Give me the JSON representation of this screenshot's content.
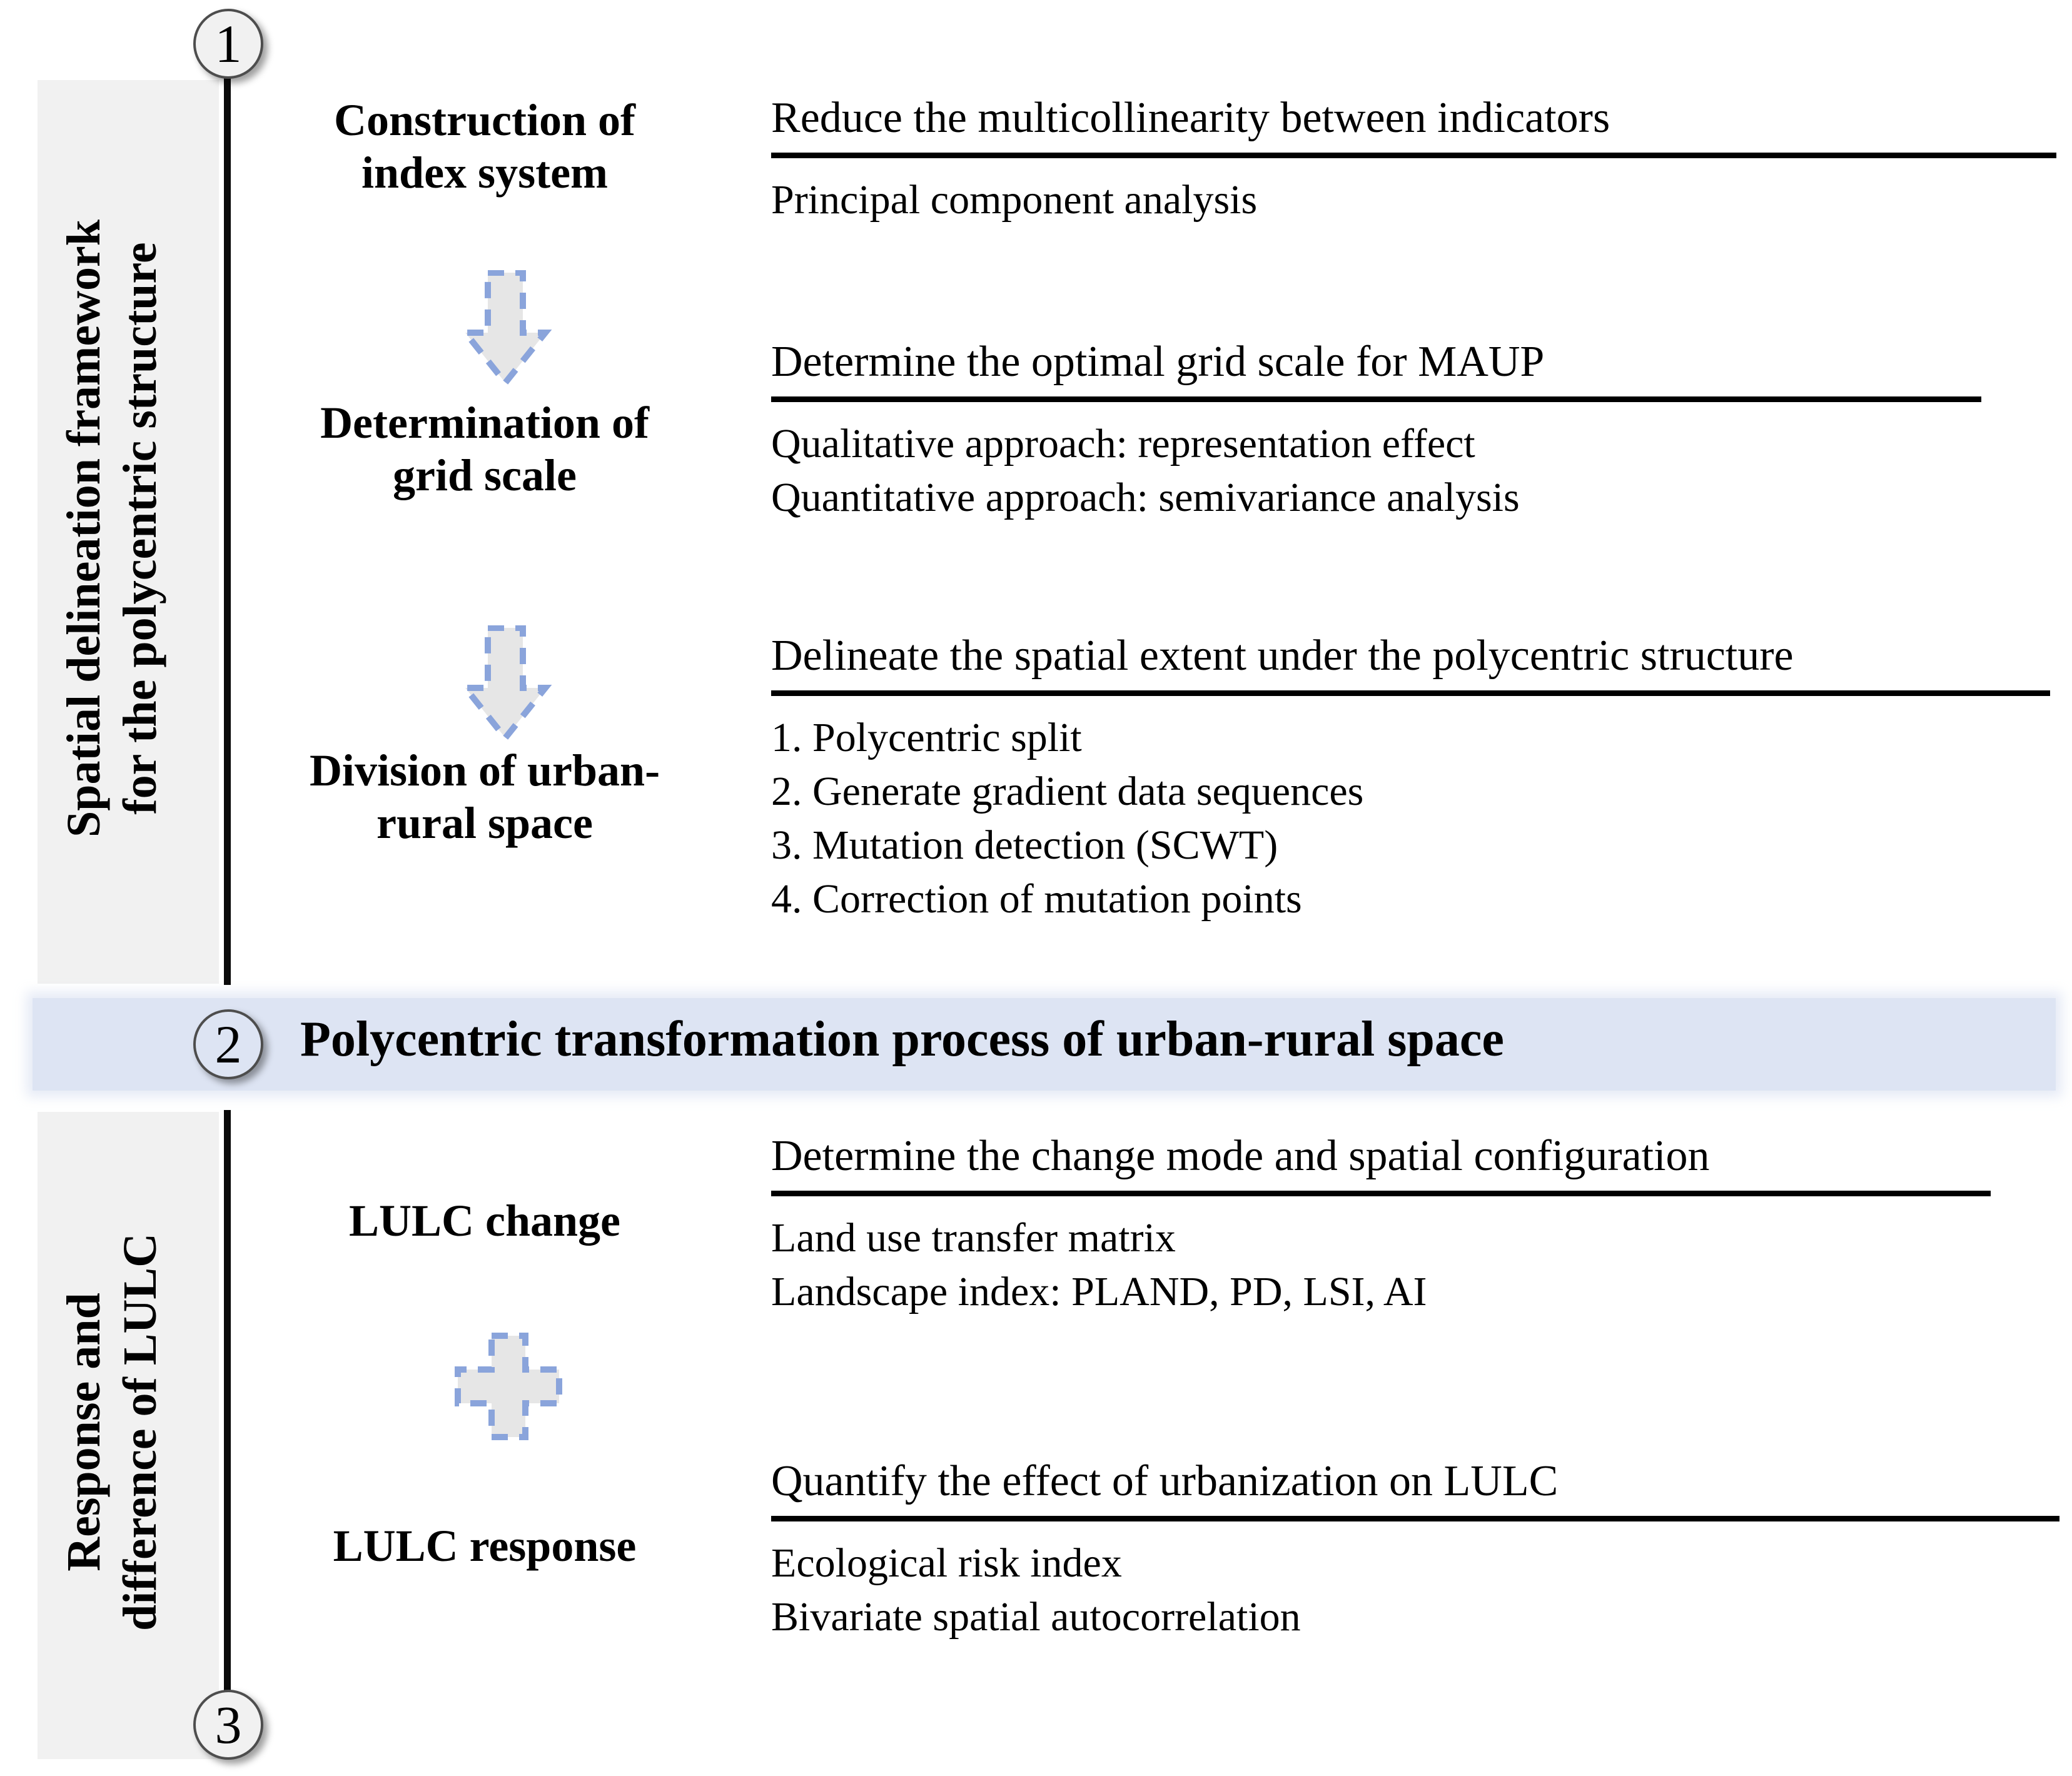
{
  "figure": {
    "kind": "methodology-flowchart",
    "accent_blue": "#dde4f3",
    "rail_grey": "#f1f1f1",
    "dash_blue": "#8aa4db",
    "icon_fill": "#e6e6e6"
  },
  "markers": {
    "one": "1",
    "two": "2",
    "three": "3"
  },
  "rails": {
    "top": {
      "line1": "Spatial delineation framework",
      "line2": "for the polycentric structure"
    },
    "bottom": {
      "line1": "Response and",
      "line2": "difference of LULC"
    }
  },
  "stage2": {
    "title": "Polycentric transformation process of urban-rural space"
  },
  "rows": [
    {
      "title_line1": "Construction of",
      "title_line2": "index system",
      "headline": "Reduce the multicollinearity between indicators",
      "details": [
        "Principal component analysis"
      ]
    },
    {
      "title_line1": "Determination of",
      "title_line2": "grid scale",
      "headline": "Determine the optimal grid scale for MAUP",
      "details": [
        "Qualitative approach: representation effect",
        "Quantitative approach: semivariance analysis"
      ]
    },
    {
      "title_line1": "Division of urban-",
      "title_line2": "rural space",
      "headline": "Delineate the spatial extent under the polycentric structure",
      "details": [
        "1. Polycentric split",
        "2. Generate gradient data sequences",
        "3. Mutation detection (SCWT)",
        "4. Correction of mutation points"
      ]
    },
    {
      "title_line1": "LULC change",
      "title_line2": "",
      "headline": "Determine the change mode and spatial configuration",
      "details": [
        "Land use transfer matrix",
        "Landscape index: PLAND, PD, LSI, AI"
      ]
    },
    {
      "title_line1": "LULC response",
      "title_line2": "",
      "headline": "Quantify the effect of urbanization on LULC",
      "details": [
        "Ecological risk index",
        "Bivariate spatial autocorrelation"
      ]
    }
  ],
  "connectors": [
    {
      "name": "down-arrow-icon",
      "shape": "arrow-down"
    },
    {
      "name": "down-arrow-icon",
      "shape": "arrow-down"
    },
    {
      "name": "plus-icon",
      "shape": "plus"
    }
  ]
}
